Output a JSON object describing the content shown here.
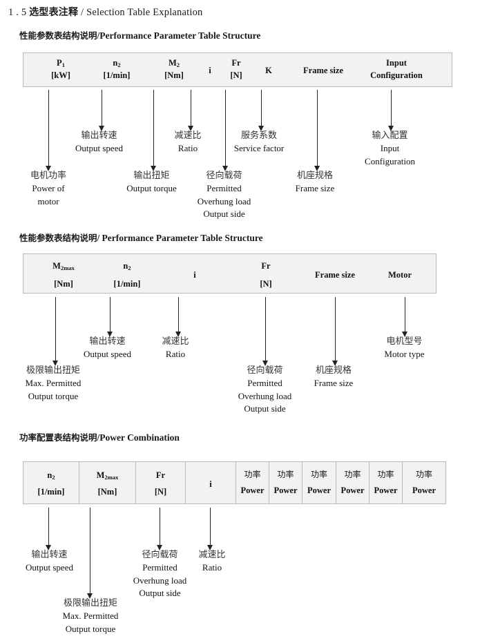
{
  "page": {
    "title_number": "1 . 5",
    "title_cn": "选型表注释",
    "title_sep": "/",
    "title_en": "Selection Table Explanation"
  },
  "sections": [
    {
      "heading_cn": "性能参数表结构说明",
      "heading_sep": "/",
      "heading_en": "Performance Parameter Table Structure",
      "columns": [
        {
          "sym": "P",
          "sub": "1",
          "unit": "[kW]"
        },
        {
          "sym": "n",
          "sub": "2",
          "unit": "[1/min]"
        },
        {
          "sym": "M",
          "sub": "2",
          "unit": "[Nm]"
        },
        {
          "sym": "i",
          "sub": "",
          "unit": ""
        },
        {
          "sym": "Fr",
          "sub": "",
          "unit": "[N]"
        },
        {
          "sym": "K",
          "sub": "",
          "unit": ""
        },
        {
          "sym": "Frame size",
          "sub": "",
          "unit": ""
        },
        {
          "sym": "Input",
          "sub": "",
          "unit": "Configuration"
        }
      ],
      "annotations": [
        {
          "cn": "电机功率",
          "en": [
            "Power of",
            "motor"
          ]
        },
        {
          "cn": "输出转速",
          "en": [
            "Output speed"
          ]
        },
        {
          "cn": "输出扭矩",
          "en": [
            "Output torque"
          ]
        },
        {
          "cn": "减速比",
          "en": [
            "Ratio"
          ]
        },
        {
          "cn": "径向载荷",
          "en": [
            "Permitted",
            "Overhung load",
            "Output side"
          ]
        },
        {
          "cn": "服务系数",
          "en": [
            "Service factor"
          ]
        },
        {
          "cn": "机座规格",
          "en": [
            "Frame size"
          ]
        },
        {
          "cn": "输入配置",
          "en": [
            "Input",
            "Configuration"
          ]
        }
      ]
    },
    {
      "heading_cn": "性能参数表结构说明",
      "heading_sep": "/",
      "heading_en": "Performance Parameter Table Structure",
      "columns": [
        {
          "sym": "M",
          "sub": "2max",
          "unit": "[Nm]"
        },
        {
          "sym": "n",
          "sub": "2",
          "unit": "[1/min]"
        },
        {
          "sym": "i",
          "sub": "",
          "unit": ""
        },
        {
          "sym": "Fr",
          "sub": "",
          "unit": "[N]"
        },
        {
          "sym": "Frame size",
          "sub": "",
          "unit": ""
        },
        {
          "sym": "Motor",
          "sub": "",
          "unit": ""
        }
      ],
      "annotations": [
        {
          "cn": "极限输出扭矩",
          "en": [
            "Max. Permitted",
            "Output  torque"
          ]
        },
        {
          "cn": "输出转速",
          "en": [
            "Output speed"
          ]
        },
        {
          "cn": "减速比",
          "en": [
            "Ratio"
          ]
        },
        {
          "cn": "径向载荷",
          "en": [
            "Permitted",
            "Overhung load",
            "Output side"
          ]
        },
        {
          "cn": "机座规格",
          "en": [
            "Frame size"
          ]
        },
        {
          "cn": "电机型号",
          "en": [
            "Motor type"
          ]
        }
      ]
    },
    {
      "heading_cn": "功率配置表结构说明",
      "heading_sep": "/",
      "heading_en": "Power Combination",
      "columns": [
        {
          "sym": "n",
          "sub": "2",
          "unit": "[1/min]"
        },
        {
          "sym": "M",
          "sub": "2max",
          "unit": "[Nm]"
        },
        {
          "sym": "Fr",
          "sub": "",
          "unit": "[N]"
        },
        {
          "sym": "i",
          "sub": "",
          "unit": ""
        },
        {
          "cn": "功率",
          "unit": "Power"
        },
        {
          "cn": "功率",
          "unit": "Power"
        },
        {
          "cn": "功率",
          "unit": "Power"
        },
        {
          "cn": "功率",
          "unit": "Power"
        },
        {
          "cn": "功率",
          "unit": "Power"
        },
        {
          "cn": "功率",
          "unit": "Power"
        }
      ],
      "annotations": [
        {
          "cn": "输出转速",
          "en": [
            "Output speed"
          ]
        },
        {
          "cn": "极限输出扭矩",
          "en": [
            "Max. Permitted",
            "Output  torque"
          ]
        },
        {
          "cn": "径向载荷",
          "en": [
            "Permitted",
            "Overhung load",
            "Output side"
          ]
        },
        {
          "cn": "减速比",
          "en": [
            "Ratio"
          ]
        }
      ]
    }
  ],
  "colors": {
    "table_fill": "#f2f2f2",
    "table_border": "#b9b9b9",
    "arrow": "#222222",
    "text": "#111111"
  }
}
